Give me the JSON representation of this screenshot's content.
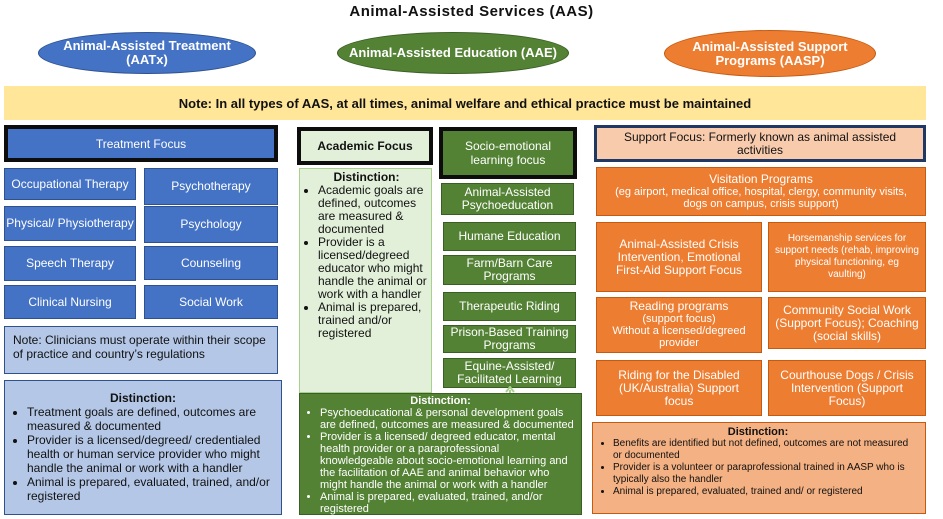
{
  "title": "Animal-Assisted  Services (AAS)",
  "categories": {
    "aatx": "Animal-Assisted Treatment (AATx)",
    "aae": "Animal-Assisted Education (AAE)",
    "aasp": "Animal-Assisted Support Programs (AASP)"
  },
  "note": "Note: In all types of AAS, at all times, animal welfare and ethical practice must be maintained",
  "treatment": {
    "header": "Treatment Focus",
    "items": [
      "Occupational Therapy",
      "Psychotherapy",
      "Physical/ Physiotherapy",
      "Psychology",
      "Speech Therapy",
      "Counseling",
      "Clinical Nursing",
      "Social Work"
    ],
    "clinician_note": "Note: Clinicians must operate within their scope of practice and country’s regulations",
    "distinction_title": "Distinction:",
    "distinction": [
      " Treatment goals are defined, outcomes are measured & documented",
      "Provider is a licensed/degreed/ credentialed health or human service provider who might handle the animal or work with a handler",
      "Animal is prepared, evaluated, trained, and/or registered"
    ]
  },
  "academic": {
    "header": "Academic Focus",
    "distinction_title": "Distinction:",
    "distinction": [
      "Academic goals are defined, outcomes are measured & documented",
      "Provider is a licensed/degreed educator who might handle the animal or work with a handler",
      "Animal is prepared, trained and/or registered"
    ]
  },
  "socio": {
    "header": "Socio-emotional learning focus",
    "items": [
      "Animal-Assisted Psychoeducation",
      "Humane Education",
      "Farm/Barn Care Programs",
      "Therapeutic Riding",
      "Prison-Based Training Programs",
      "Equine-Assisted/ Facilitated Learning"
    ],
    "distinction_title": "Distinction:",
    "distinction": [
      "Psychoeducational & personal development goals are defined, outcomes are measured & documented",
      "Provider is a licensed/ degreed educator, mental health provider or a paraprofessional knowledgeable about socio-emotional learning and the facilitation of AAE and animal behavior who might handle the animal or work with a handler",
      "Animal is prepared, evaluated, trained, and/or registered"
    ]
  },
  "support": {
    "header": "Support Focus: Formerly known as animal assisted activities",
    "visitation_title": "Visitation Programs",
    "visitation_detail": "(eg airport, medical office, hospital, clergy, community visits, dogs on campus, crisis support)",
    "crisis": "Animal-Assisted Crisis Intervention, Emotional First-Aid Support Focus",
    "horsemanship": "Horsemanship services for support needs (rehab, improving physical functioning, eg vaulting)",
    "reading_title": "Reading programs",
    "reading_focus": "(support focus)",
    "reading_detail": "Without a licensed/degreed provider",
    "community": "Community Social Work (Support Focus); Coaching (social skills)",
    "riding": "Riding for the Disabled (UK/Australia) Support focus",
    "courthouse": "Courthouse Dogs / Crisis Intervention (Support Focus)",
    "distinction_title": "Distinction:",
    "distinction": [
      "Benefits are identified but not defined, outcomes are not measured or documented",
      "Provider is a volunteer or paraprofessional trained in AASP who is typically also the handler",
      "Animal is prepared, evaluated, trained and/ or  registered"
    ]
  },
  "colors": {
    "blue": "#4472c4",
    "green": "#548235",
    "orange": "#ed7d31",
    "note_yellow": "#ffe699",
    "light_blue": "#b4c7e7",
    "light_green": "#e2f0d9",
    "light_orange": "#f4b183"
  }
}
